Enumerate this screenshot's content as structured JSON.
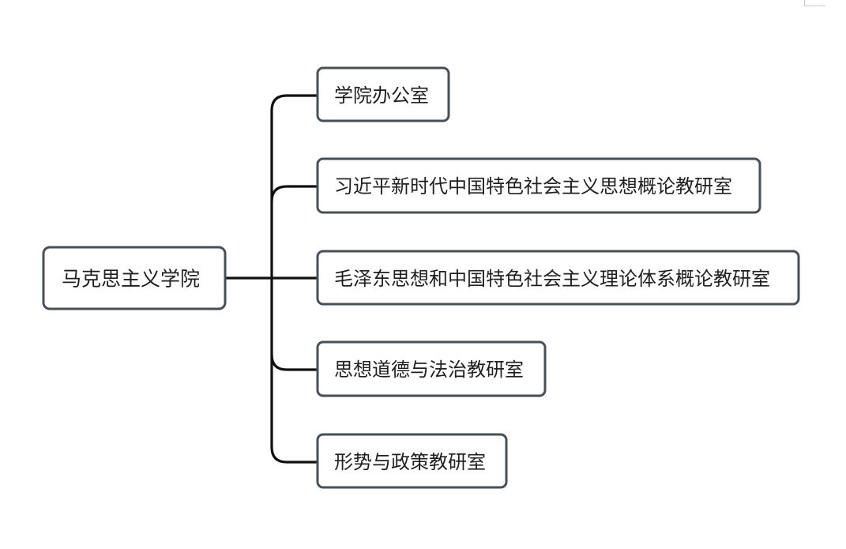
{
  "diagram": {
    "type": "mind-map",
    "root": {
      "label": "马克思主义学院"
    },
    "children": [
      {
        "label": "学院办公室"
      },
      {
        "label": "习近平新时代中国特色社会主义思想概论教研室"
      },
      {
        "label": "毛泽东思想和中国特色社会主义理论体系概论教研室"
      },
      {
        "label": "思想道德与法治教研室"
      },
      {
        "label": "形势与政策教研室"
      }
    ],
    "colors": {
      "node_border": "#4a4f56",
      "connector": "#111111",
      "text": "#1f1f1f",
      "background": "#ffffff"
    }
  }
}
